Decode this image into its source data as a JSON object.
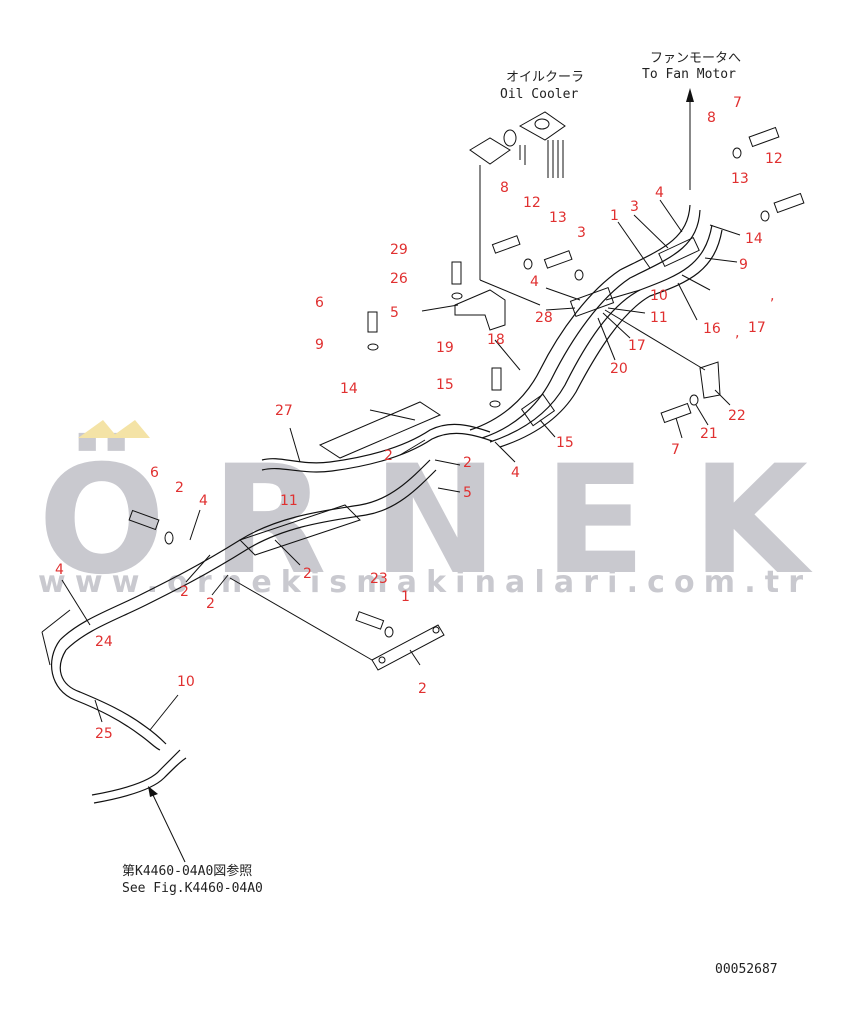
{
  "captions": {
    "oil_cooler_jp": "オイルクーラ",
    "oil_cooler_en": "Oil Cooler",
    "fan_motor_jp": "ファンモータへ",
    "fan_motor_en": "To Fan Motor",
    "ref_jp": "第K4460-04A0図参照",
    "ref_en": "See Fig.K4460-04A0",
    "doc_number": "00052687"
  },
  "watermark": {
    "brand": "ÖRNEK",
    "url": "www.ornekismakinalari.com.tr"
  },
  "part_labels": [
    "7",
    "8",
    "12",
    "4",
    "13",
    "3",
    "1",
    "14",
    "9",
    "10",
    "11",
    "16",
    "17",
    "20",
    "22",
    "21",
    "7",
    "8",
    "12",
    "13",
    "3",
    "4",
    "28",
    "29",
    "26",
    "5",
    "6",
    "9",
    "18",
    "19",
    "15",
    "14",
    "27",
    "15",
    "4",
    "2",
    "2",
    "5",
    "6",
    "2",
    "4",
    "2",
    "2",
    "2",
    "4",
    "24",
    "25",
    "23",
    "1",
    "2",
    "10",
    "11",
    ",",
    ",",
    "17"
  ]
}
